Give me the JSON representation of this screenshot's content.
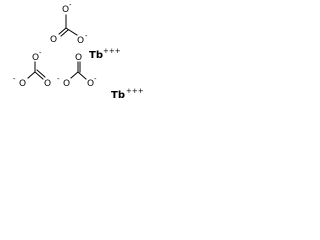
{
  "molecule": {
    "carbonate_ions": [
      {
        "oxygen_labels": [
          "O",
          "O",
          "O"
        ],
        "charges": [
          "-",
          "-"
        ]
      },
      {
        "oxygen_labels": [
          "O",
          "O",
          "O"
        ],
        "charges": [
          "-",
          "-"
        ]
      },
      {
        "oxygen_labels": [
          "O",
          "O",
          "O"
        ],
        "charges": [
          "-",
          "-"
        ]
      }
    ],
    "terbium_ions": [
      {
        "symbol": "Tb",
        "charge": "+++"
      },
      {
        "symbol": "Tb",
        "charge": "+++"
      }
    ]
  }
}
